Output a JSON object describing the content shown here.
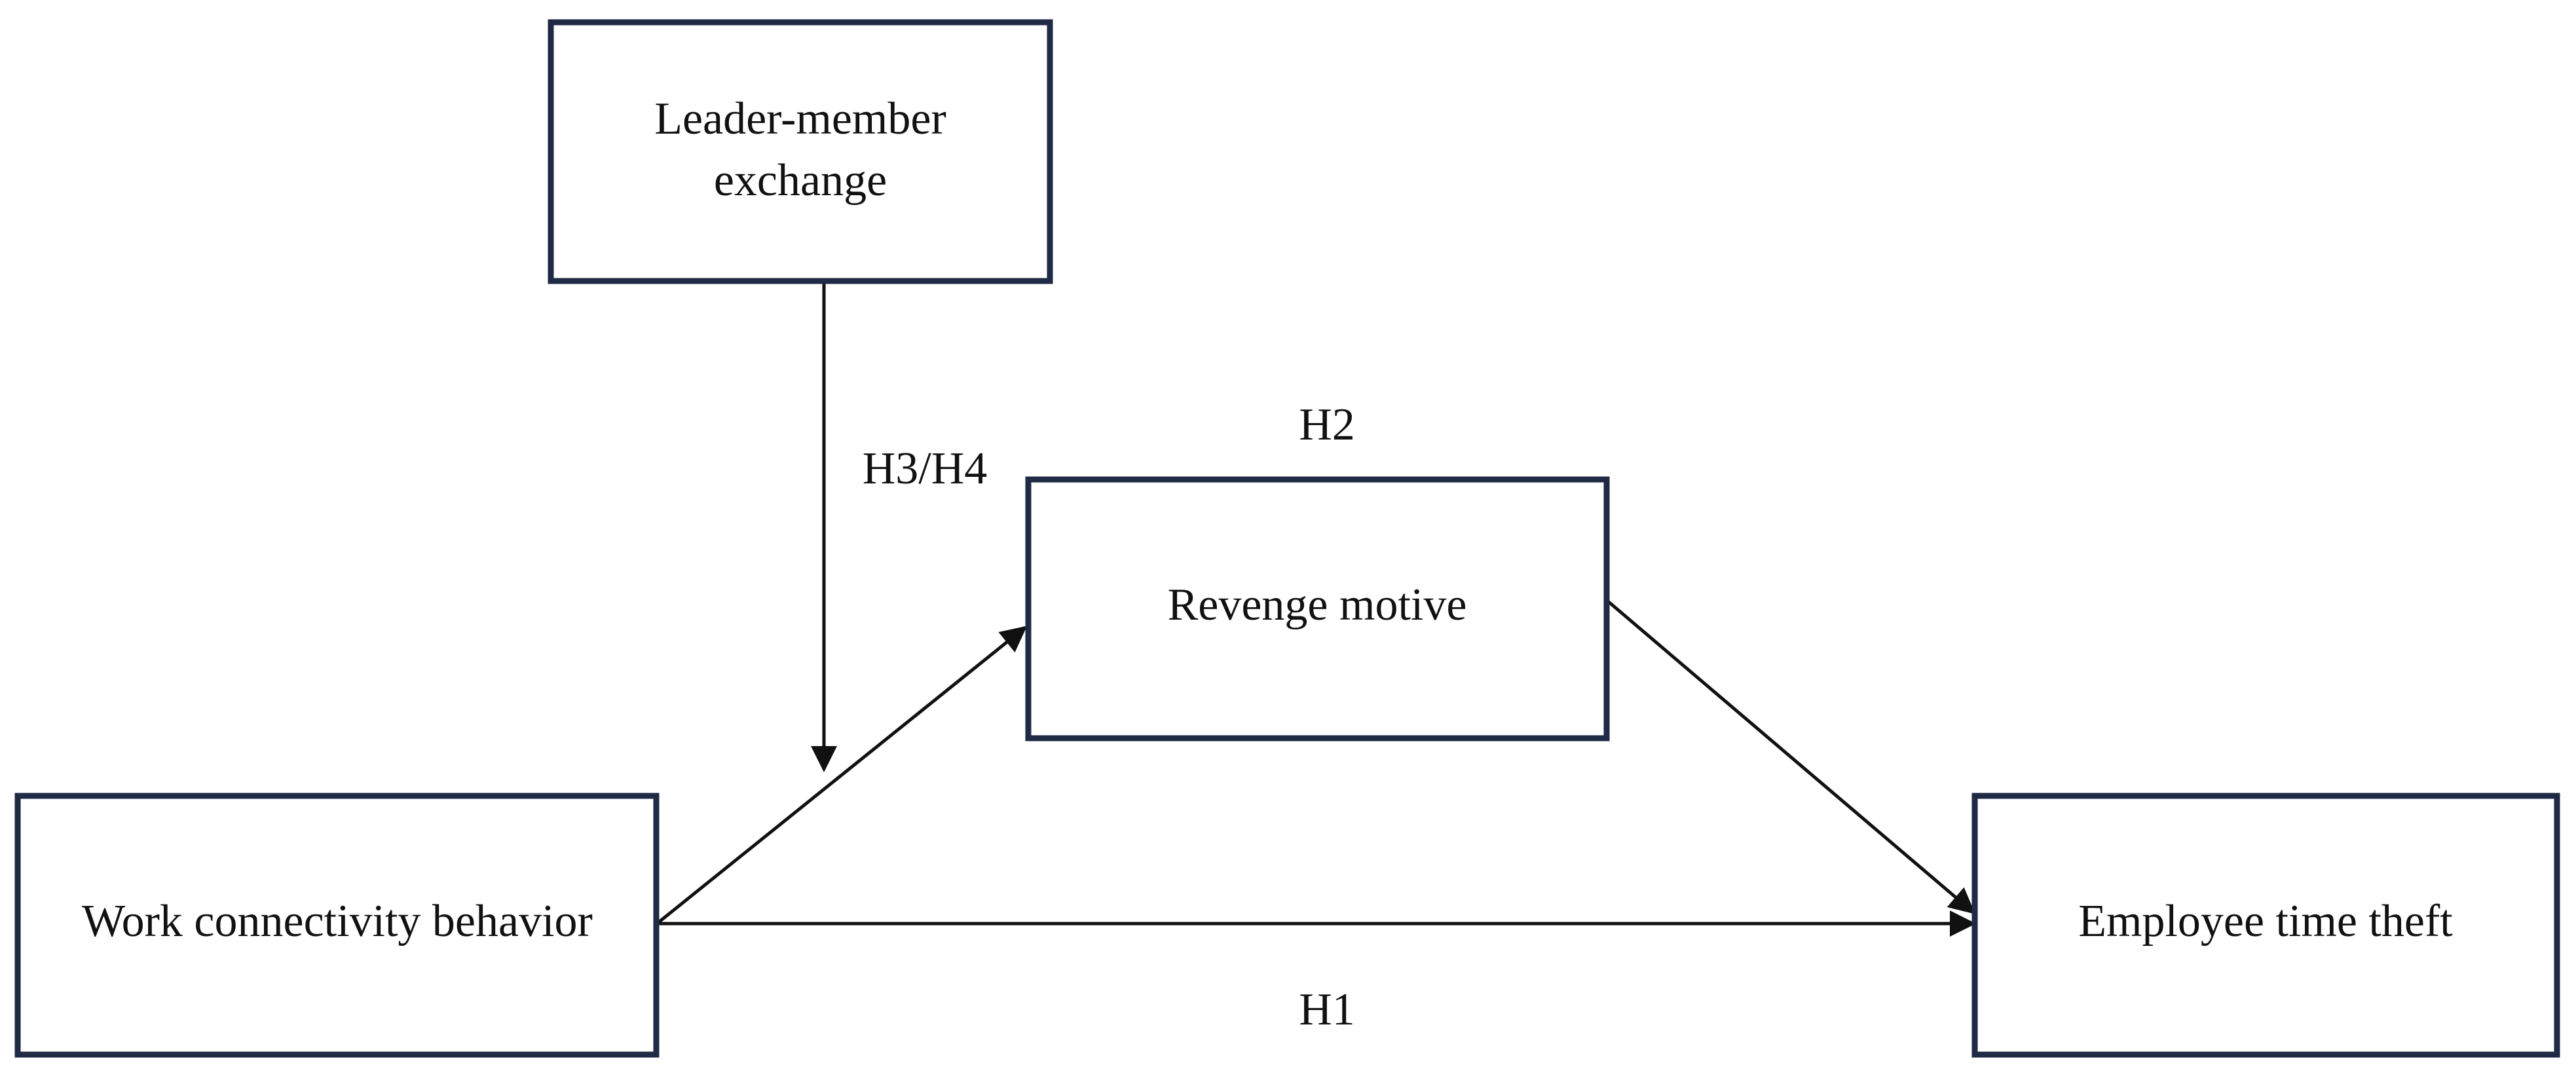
{
  "nodes": {
    "lmx": {
      "line1": "Leader-member",
      "line2": "exchange"
    },
    "revenge": {
      "label": "Revenge motive"
    },
    "wcb": {
      "label": "Work connectivity behavior"
    },
    "ett": {
      "label": "Employee time theft"
    }
  },
  "paths": {
    "h1": "H1",
    "h2": "H2",
    "h3h4": "H3/H4"
  }
}
